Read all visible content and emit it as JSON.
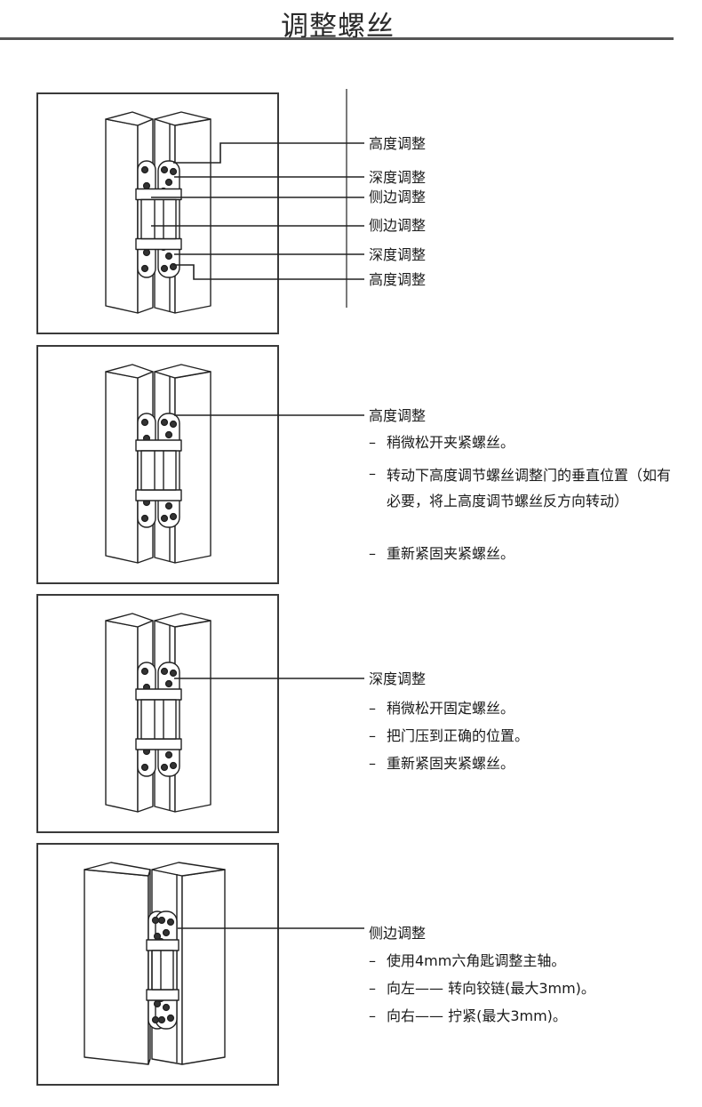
{
  "page": {
    "title": "调整螺丝"
  },
  "panels": [
    {
      "id": "overview",
      "labels": [
        "高度调整",
        "深度调整",
        "侧边调整",
        "侧边调整",
        "深度调整",
        "高度调整"
      ]
    },
    {
      "id": "height",
      "heading": "高度调整",
      "steps": [
        "稍微松开夹紧螺丝。",
        "转动下高度调节螺丝调整门的垂直位置（如有必要，将上高度调节螺丝反方向转动）",
        "重新紧固夹紧螺丝。"
      ]
    },
    {
      "id": "depth",
      "heading": "深度调整",
      "steps": [
        "稍微松开固定螺丝。",
        "把门压到正确的位置。",
        "重新紧固夹紧螺丝。"
      ]
    },
    {
      "id": "lateral",
      "heading": "侧边调整",
      "steps": [
        "使用4mm六角匙调整主轴。",
        "向左—— 转向铰链(最大3mm)。",
        "向右—— 拧紧(最大3mm)。"
      ]
    }
  ],
  "bullet_symbol": "–",
  "icons": {
    "hinge_illustration": "concealed-3d-hinge-drawing"
  }
}
